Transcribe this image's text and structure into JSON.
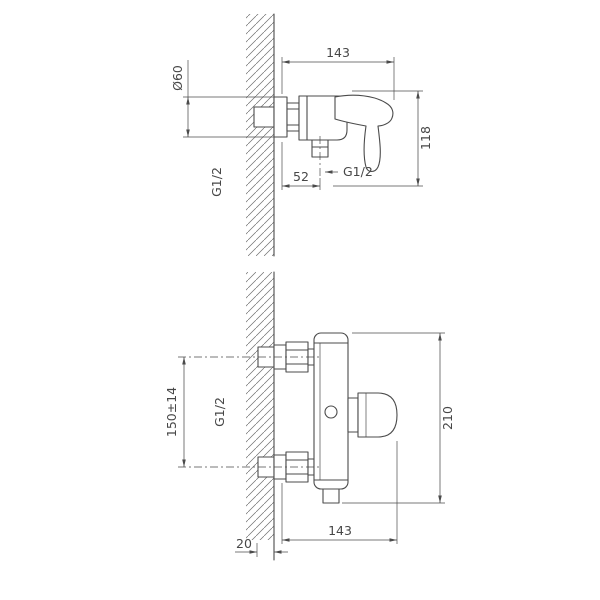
{
  "colors": {
    "line": "#4b4b4b",
    "text": "#474747",
    "background": "#ffffff"
  },
  "views": {
    "side": {
      "dims": {
        "escutcheon_diameter": "Ø60",
        "total_depth": "143",
        "body_height": "118",
        "outlet_thread": "G1/2",
        "wall_thread": "G1/2",
        "outlet_to_wall": "52"
      }
    },
    "front": {
      "dims": {
        "connection_spacing": "150±14",
        "connection_thread": "G1/2",
        "total_height": "210",
        "total_depth": "143",
        "wall_section": "20"
      }
    }
  }
}
